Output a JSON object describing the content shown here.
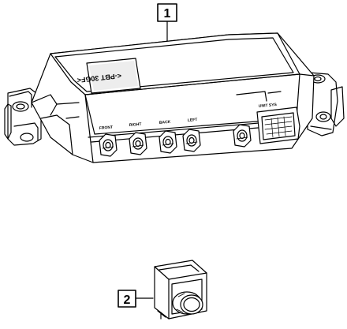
{
  "callouts": [
    {
      "id": "1",
      "label": "1"
    },
    {
      "id": "2",
      "label": "2"
    }
  ],
  "module": {
    "housing_text": "<-PBT 30GF<",
    "connector_text": "UNIT SYS",
    "port_labels": [
      "FRONT",
      "RIGHT",
      "BACK",
      "LEFT"
    ]
  },
  "colors": {
    "line": "#000000",
    "background": "#ffffff",
    "label_fill": "#e6e6e6"
  }
}
